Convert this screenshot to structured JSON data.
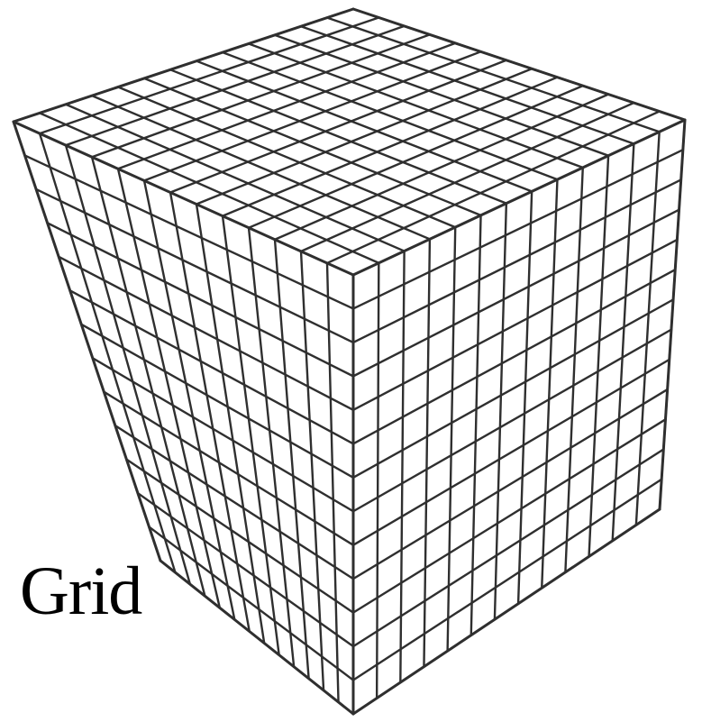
{
  "caption": {
    "text": "Grid"
  },
  "figure": {
    "subject": "cube",
    "cells_per_edge": 13,
    "faces": [
      "top",
      "left",
      "right"
    ],
    "line_color": "#2f2f2f",
    "background_color": "#ffffff"
  }
}
